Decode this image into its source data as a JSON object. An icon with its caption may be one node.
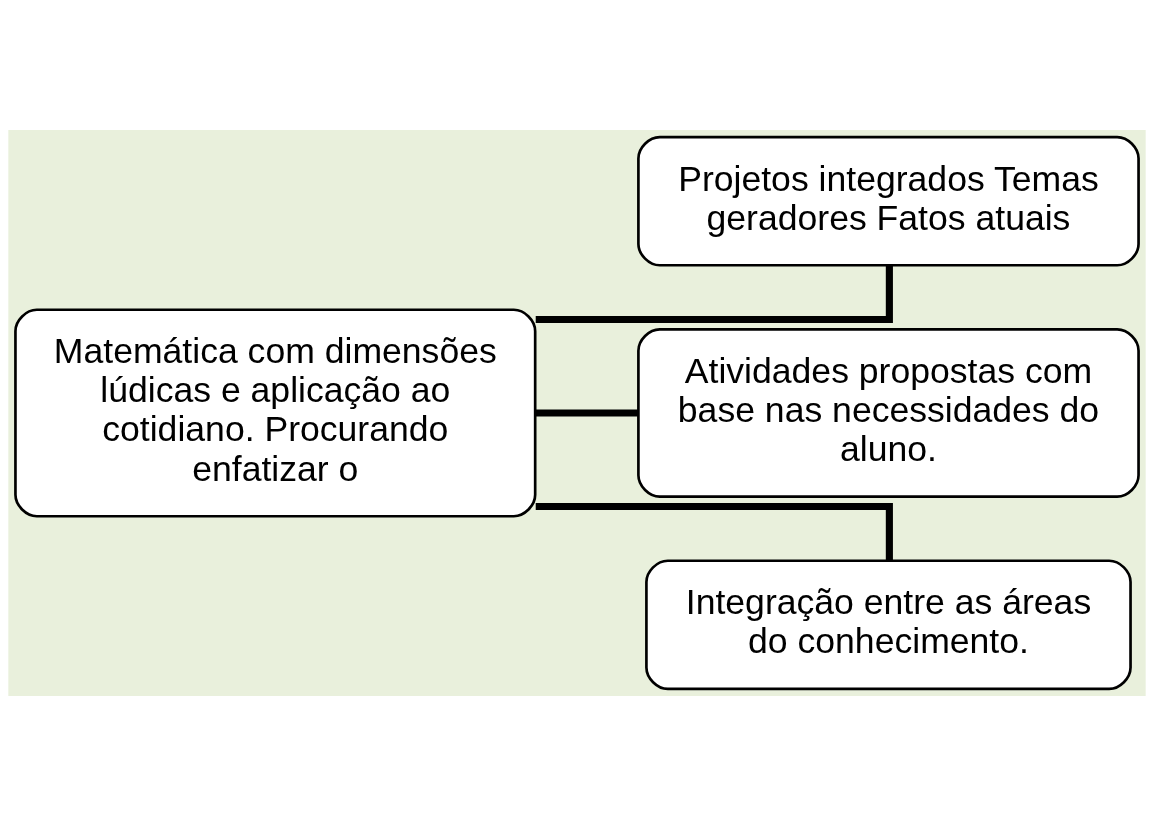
{
  "diagram": {
    "nodes": [
      {
        "text": [
          "Matemática com dimensões lúdicas e aplicação ao cotidiano. Procurando enfatizar o"
        ]
      },
      {
        "text": [
          "Projetos integrados Temas geradores Fatos atuais"
        ]
      },
      {
        "text": [
          "Atividades propostas com base nas necessidades do aluno."
        ]
      },
      {
        "text": [
          "Integração entre as áreas do conhecimento."
        ]
      }
    ],
    "edges": [
      {
        "from": 0,
        "to": 1,
        "arrow": "none"
      },
      {
        "from": 0,
        "to": 2,
        "arrow": "none"
      },
      {
        "from": 0,
        "to": 3,
        "arrow": "none"
      }
    ]
  }
}
